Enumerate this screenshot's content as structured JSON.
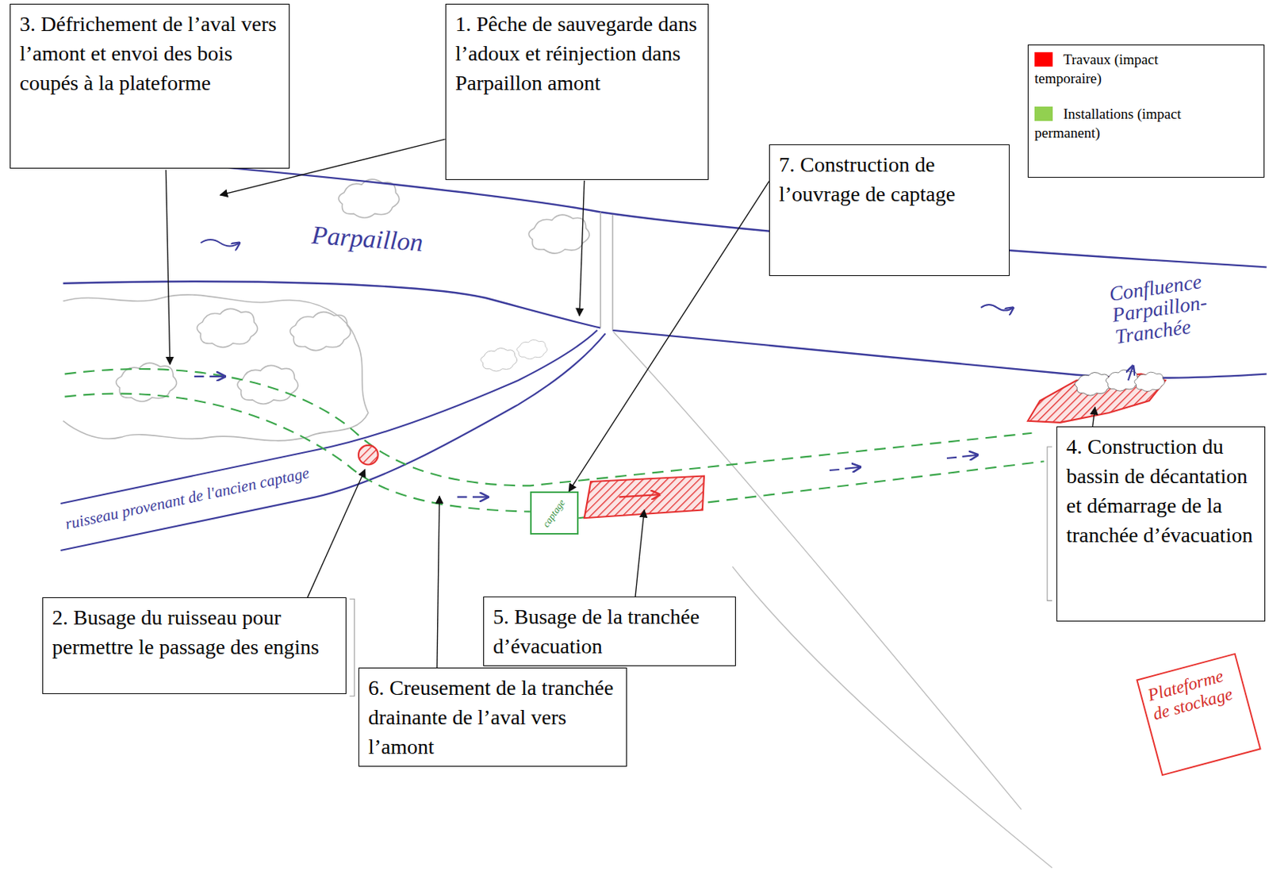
{
  "diagram": {
    "nodes": [
      {
        "text": [
          "3. Défrichement de l’aval vers l’amont et envoi des bois coupés à la plateforme"
        ]
      },
      {
        "text": [
          "1. Pêche de sauvegarde dans l’adoux et réinjection dans Parpaillon amont"
        ]
      },
      {
        "text": [
          "7. Construction de l’ouvrage de captage"
        ]
      },
      {
        "text": [
          "4. Construction du bassin de décantation et démarrage de la tranchée d’évacuation"
        ]
      },
      {
        "text": [
          "captage"
        ]
      },
      {
        "text": [
          "Plateforme de stockage"
        ]
      },
      {
        "text": [
          "2. Busage du ruisseau pour permettre le passage des engins"
        ]
      },
      {
        "text": [
          "5. Busage de la tranchée d’évacuation"
        ]
      },
      {
        "text": [
          "6. Creusement de la tranchée drainante de l’aval vers l’amont"
        ]
      }
    ],
    "edges": [
      {
        "from": 2,
        "to": 4,
        "arrow": "to"
      }
    ],
    "labels": [
      "Parpaillon",
      "Confluence Parpaillon-Tranchée",
      "ruisseau provenant de l'ancien captage"
    ],
    "legend": [
      {
        "text": "Travaux (impact temporaire)",
        "color": "#ff0000"
      },
      {
        "text": "Installations (impact permanent)",
        "color": "#92d050"
      }
    ]
  }
}
